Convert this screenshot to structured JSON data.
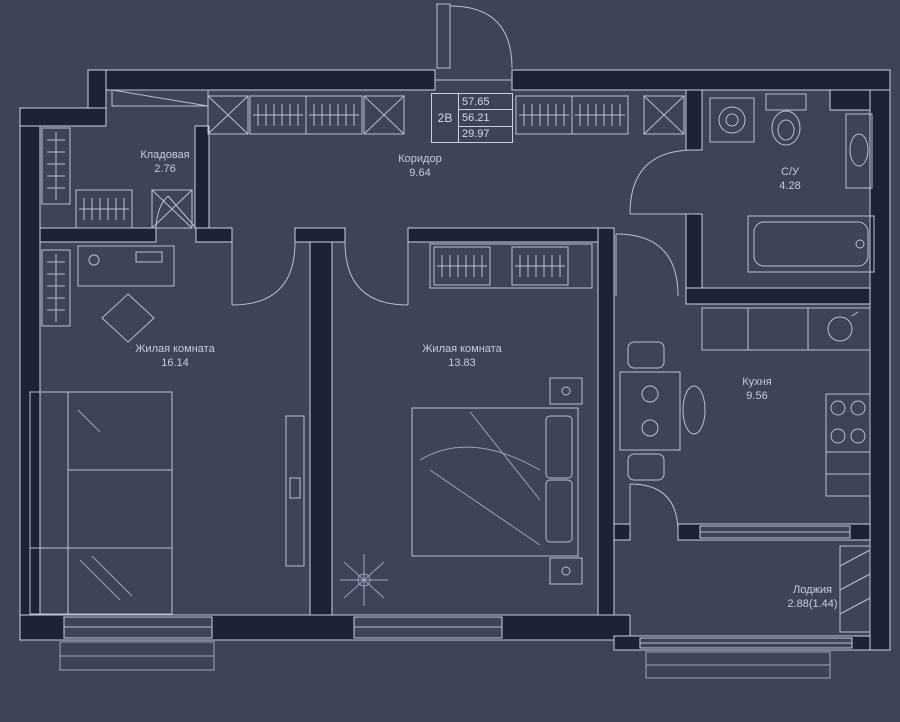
{
  "plan": {
    "background_color": "#3d4458",
    "wall_fill_color": "#1d2335",
    "line_color": "#c9cfdf",
    "text_color": "#c6ccdc",
    "stamp": {
      "type_label": "2В",
      "total_area": "57.65",
      "living_area": "56.21",
      "rooms_area": "29.97"
    },
    "rooms": {
      "storage": {
        "name": "Кладовая",
        "area": "2.76"
      },
      "corridor": {
        "name": "Коридор",
        "area": "9.64"
      },
      "bathroom": {
        "name": "С/У",
        "area": "4.28"
      },
      "living1": {
        "name": "Жилая комната",
        "area": "16.14"
      },
      "living2": {
        "name": "Жилая комната",
        "area": "13.83"
      },
      "kitchen": {
        "name": "Кухня",
        "area": "9.56"
      },
      "loggia": {
        "name": "Лоджия",
        "area": "2.88(1.44)"
      }
    }
  }
}
